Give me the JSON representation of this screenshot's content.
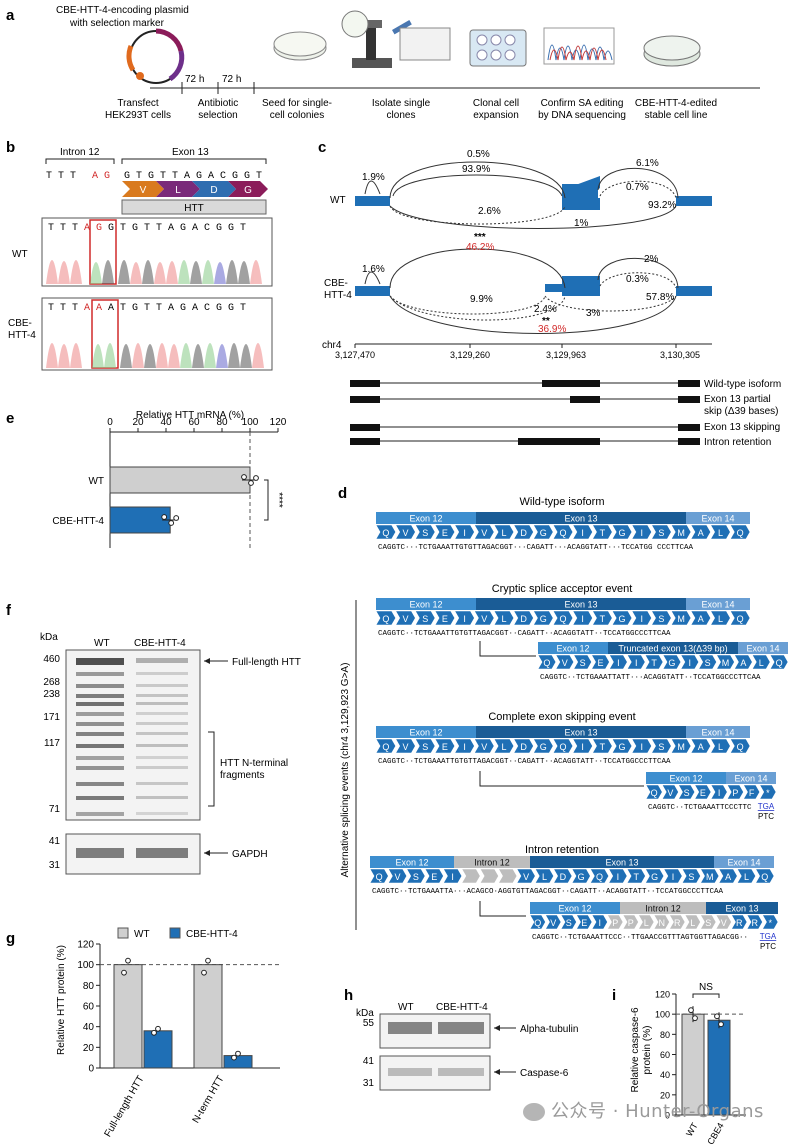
{
  "panel_a": {
    "label": "a",
    "plasmid_title": "CBE-HTT-4-encoding plasmid\nwith selection marker",
    "durations": [
      "72 h",
      "72 h"
    ],
    "steps": [
      {
        "label": "Transfect\nHEK293T cells"
      },
      {
        "label": "Antibiotic\nselection"
      },
      {
        "label": "Seed for single-\ncell colonies"
      },
      {
        "label": "Isolate single\nclones"
      },
      {
        "label": "Clonal cell\nexpansion"
      },
      {
        "label": "Confirm SA editing\nby DNA sequencing"
      },
      {
        "label": "CBE-HTT-4-edited\nstable cell line"
      }
    ]
  },
  "panel_b": {
    "label": "b",
    "intron": "Intron 12",
    "exon": "Exon 13",
    "ref_seq_intron": "T T T",
    "ref_seq_ag": "A G",
    "ref_seq_exon": "G T G T T A G A C G G T",
    "amino_acids": [
      "V",
      "L",
      "D",
      "G"
    ],
    "protein": "HTT",
    "wt_label": "WT",
    "wt_seq": "T T T A G G T G T T A G A C G G T",
    "cbe_label": "CBE-\nHTT-4",
    "cbe_seq": "T T T A A A T G T T A G A C G G T"
  },
  "panel_c": {
    "label": "c",
    "wt_label": "WT",
    "cbe_label": "CBE-\nHTT-4",
    "wt_pcts": [
      "1.9%",
      "0.5%",
      "93.9%",
      "6.1%",
      "0.7%",
      "93.2%",
      "2.6%",
      "1%"
    ],
    "cbe_pcts": [
      "1.6%",
      "46.2%",
      "2%",
      "0.3%",
      "57.8%",
      "9.9%",
      "2.4%",
      "3%",
      "36.9%"
    ],
    "sig1": "***",
    "sig2": "**",
    "chrom": "chr4",
    "coords": [
      "3,127,470",
      "3,129,260",
      "3,129,963",
      "3,130,305"
    ],
    "isoforms": [
      "Wild-type isoform",
      "Exon 13 partial\nskip (Δ39 bases)",
      "Exon 13 skipping",
      "Intron retention"
    ]
  },
  "panel_d": {
    "label": "d",
    "side_title": "Alternative splicing events (chr4 3,129,923 G>A)",
    "wild_title": "Wild-type isoform",
    "cryptic_title": "Cryptic splice acceptor event",
    "skip_title": "Complete exon skipping event",
    "ir_title": "Intron retention",
    "exon12": "Exon 12",
    "exon13": "Exon 13",
    "exon14": "Exon 14",
    "intron12": "Intron 12",
    "trunc": "Truncated exon 13(Δ39 bp)",
    "aa_full": [
      "Q",
      "V",
      "S",
      "E",
      "I",
      "V",
      "L",
      "D",
      "G",
      "Q",
      "I",
      "T",
      "G",
      "I",
      "S",
      "M",
      "A",
      "L",
      "Q"
    ],
    "seq_wt": "CAGGTC···TCTGAAATTGTGTTAGACGGT···CAGATT···ACAGGTATT···TCCATGG CCCTTCAA",
    "seq_cryptic": "CAGGTC··TCTGAAATTGTGTTAGACGGT··CAGATT··ACAGGTATT··TCCATGGCCCTTCAA",
    "seq_trunc": "CAGGTC··TCTGAAATTATT···ACAGGTATT··TCCATGGCCCTTCAA",
    "seq_skip_short": "CAGGTC··TCTGAAATTCCCTTC",
    "tga": "TGA",
    "ptc": "PTC",
    "seq_ir": "CAGGTC··TCTGAAATTA···ACAGCO·AGGTGTTAGACGGT··CAGATT··ACAGGTATT··TCCATGGCCCTTCAA",
    "seq_ir_short": "CAGGTC··TCTGAAATTCCC··TTGAACCGTTTAGTGGTTAGACGG··",
    "aa_skip": [
      "Q",
      "V",
      "S",
      "E",
      "I",
      "P",
      "F",
      "*"
    ],
    "aa_ir": [
      "Q",
      "V",
      "S",
      "E",
      "I",
      "P",
      "P",
      "L",
      "N",
      "R",
      "L",
      "S",
      "V",
      "R",
      "R",
      "*"
    ]
  },
  "panel_e": {
    "label": "e",
    "chart_data": {
      "type": "bar",
      "title": "Relative HTT mRNA (%)",
      "categories": [
        "WT",
        "CBE-HTT-4"
      ],
      "values": [
        100,
        43
      ],
      "xlim": [
        0,
        120
      ],
      "ticks": [
        "0",
        "20",
        "40",
        "60",
        "80",
        "100",
        "120"
      ],
      "significance": "****",
      "colors": [
        "#cfcfcf",
        "#1f6fb5"
      ]
    }
  },
  "panel_f": {
    "label": "f",
    "kda": "kDa",
    "lanes": [
      "WT",
      "CBE-HTT-4"
    ],
    "markers": [
      "460",
      "268",
      "238",
      "171",
      "117",
      "71"
    ],
    "markers2": [
      "41",
      "31"
    ],
    "full": "Full-length HTT",
    "frag": "HTT N-terminal\nfragments",
    "gapdh": "GAPDH"
  },
  "panel_g": {
    "label": "g",
    "chart_data": {
      "type": "bar",
      "ylabel": "Relative HTT protein (%)",
      "categories": [
        "Full-length HTT",
        "N-term HTT"
      ],
      "series": [
        {
          "name": "WT",
          "values": [
            100,
            100
          ]
        },
        {
          "name": "CBE-HTT-4",
          "values": [
            36,
            12
          ]
        }
      ],
      "ylim": [
        0,
        120
      ],
      "yticks": [
        "0",
        "20",
        "40",
        "60",
        "80",
        "100",
        "120"
      ],
      "colors": [
        "#cfcfcf",
        "#1f6fb5"
      ]
    }
  },
  "panel_h": {
    "label": "h",
    "kda": "kDa",
    "lanes": [
      "WT",
      "CBE-HTT-4"
    ],
    "m1": "55",
    "m2": "41",
    "m3": "31",
    "tubulin": "Alpha-tubulin",
    "casp": "Caspase-6"
  },
  "panel_i": {
    "label": "i",
    "chart_data": {
      "type": "bar",
      "ylabel": "Relative caspase-6\nprotein (%)",
      "categories": [
        "WT",
        "CBE4"
      ],
      "values": [
        100,
        94
      ],
      "ylim": [
        0,
        120
      ],
      "yticks": [
        "0",
        "20",
        "40",
        "60",
        "80",
        "100",
        "120"
      ],
      "significance": "NS",
      "colors": [
        "#cfcfcf",
        "#1f6fb5"
      ]
    }
  },
  "watermark": "公众号 · Hunter-Organs"
}
